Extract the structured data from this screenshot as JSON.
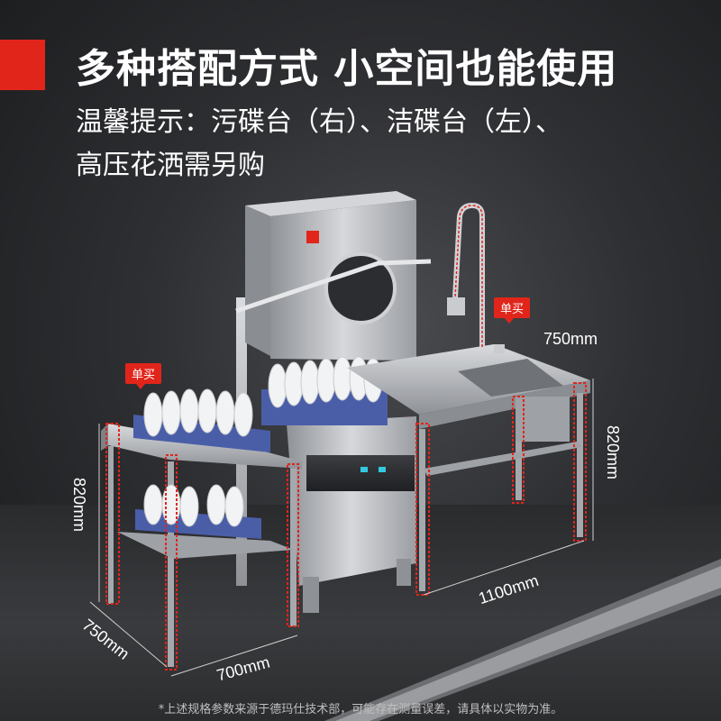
{
  "headline": "多种搭配方式 小空间也能使用",
  "notice_line1": "温馨提示：污碟台（右）、洁碟台（左）、",
  "notice_line2": "高压花洒需另购",
  "tag_left": "单买",
  "tag_right": "单买",
  "dims": {
    "right_width": "750mm",
    "right_height": "820mm",
    "right_length": "1100mm",
    "left_height": "820mm",
    "left_depth": "750mm",
    "left_width": "700mm"
  },
  "footnote": "*上述规格参数来源于德玛仕技术部，可能存在测量误差，请具体以实物为准。",
  "colors": {
    "accent": "#e1251b",
    "steel": "#b9bcc0",
    "rack": "#4a5ea8"
  }
}
